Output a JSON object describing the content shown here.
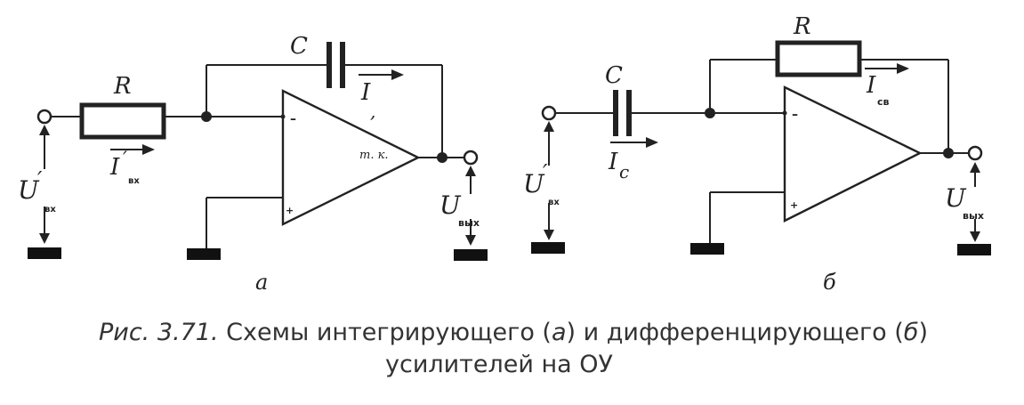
{
  "circuit_a": {
    "r_label": "R",
    "c_label": "C",
    "i_label": "I",
    "i_prime": ",",
    "iin_label": "I",
    "iin_prime": "′",
    "iin_sub": "вх",
    "uin_label": "U",
    "uin_prime": "′",
    "uin_sub": "вх",
    "uout_label": "U",
    "uout_sub": "вых",
    "amp_label": "т. к.",
    "minus": "–",
    "plus": "+",
    "letter": "а"
  },
  "circuit_b": {
    "r_label": "R",
    "c_label": "C",
    "ic_label": "I",
    "ic_sub": "с",
    "icb_label": "I",
    "icb_sub": "св",
    "uin_label": "U",
    "uin_prime": "′",
    "uin_sub": "вх",
    "uout_label": "U",
    "uout_sub": "вых",
    "minus": "–",
    "plus": "+",
    "letter": "б"
  },
  "caption": {
    "figure_ref": "Рис. 3.71.",
    "line1_text": " Схемы интегрирующего (",
    "a_letter": "а",
    "middle": ") и дифференцирующего (",
    "b_letter": "б",
    "end": ")",
    "line2": "усилителей на ОУ"
  }
}
